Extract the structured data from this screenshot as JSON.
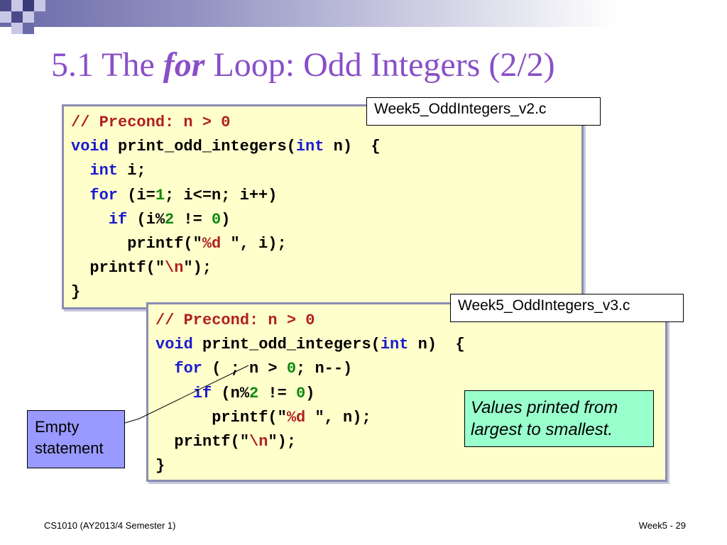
{
  "title": {
    "prefix": "5.1 The ",
    "keyword": "for",
    "suffix": " Loop: Odd Integers (2/2)"
  },
  "file1": "Week5_OddIntegers_v2.c",
  "file2": "Week5_OddIntegers_v3.c",
  "code1": [
    [
      [
        "cm",
        "// Precond: n > 0"
      ]
    ],
    [
      [
        "kwd",
        "void"
      ],
      [
        "p",
        " print_odd_integers("
      ],
      [
        "kwd",
        "int"
      ],
      [
        "p",
        " n)  {"
      ]
    ],
    [
      [
        "p",
        "  "
      ],
      [
        "kwd",
        "int"
      ],
      [
        "p",
        " i;"
      ]
    ],
    [
      [
        "p",
        "  "
      ],
      [
        "kwd",
        "for"
      ],
      [
        "p",
        " (i="
      ],
      [
        "num",
        "1"
      ],
      [
        "p",
        "; i<=n; i++)"
      ]
    ],
    [
      [
        "p",
        "    "
      ],
      [
        "kwd",
        "if"
      ],
      [
        "p",
        " (i%"
      ],
      [
        "num",
        "2"
      ],
      [
        "p",
        " != "
      ],
      [
        "num",
        "0"
      ],
      [
        "p",
        ")"
      ]
    ],
    [
      [
        "p",
        "      printf(\""
      ],
      [
        "str",
        "%d "
      ],
      [
        "p",
        "\", i);"
      ]
    ],
    [
      [
        "p",
        "  printf(\""
      ],
      [
        "str",
        "\\n"
      ],
      [
        "p",
        "\");"
      ]
    ],
    [
      [
        "p",
        "}"
      ]
    ]
  ],
  "code2": [
    [
      [
        "cm",
        "// Precond: n > 0"
      ]
    ],
    [
      [
        "kwd",
        "void"
      ],
      [
        "p",
        " print_odd_integers("
      ],
      [
        "kwd",
        "int"
      ],
      [
        "p",
        " n)  {"
      ]
    ],
    [
      [
        "p",
        "  "
      ],
      [
        "kwd",
        "for"
      ],
      [
        "p",
        " ( ; n > "
      ],
      [
        "num",
        "0"
      ],
      [
        "p",
        "; n--)"
      ]
    ],
    [
      [
        "p",
        "    "
      ],
      [
        "kwd",
        "if"
      ],
      [
        "p",
        " (n%"
      ],
      [
        "num",
        "2"
      ],
      [
        "p",
        " != "
      ],
      [
        "num",
        "0"
      ],
      [
        "p",
        ")"
      ]
    ],
    [
      [
        "p",
        "      printf(\""
      ],
      [
        "str",
        "%d "
      ],
      [
        "p",
        "\", n);"
      ]
    ],
    [
      [
        "p",
        "  printf(\""
      ],
      [
        "str",
        "\\n"
      ],
      [
        "p",
        "\");"
      ]
    ],
    [
      [
        "p",
        "}"
      ]
    ]
  ],
  "note": {
    "line1": "Values printed from",
    "line2": "largest to smallest."
  },
  "empty": {
    "line1": "Empty",
    "line2": "statement"
  },
  "footer": {
    "left": "CS1010 (AY2013/4 Semester 1)",
    "right": "Week5 - 29"
  },
  "colors": {
    "title": "#8a4fc7",
    "code_bg": "#ffffcc",
    "keyword": "#1a1ad0",
    "comment": "#b02020",
    "number": "#118811",
    "note_bg": "#99ffcc",
    "empty_bg": "#9999ff"
  }
}
